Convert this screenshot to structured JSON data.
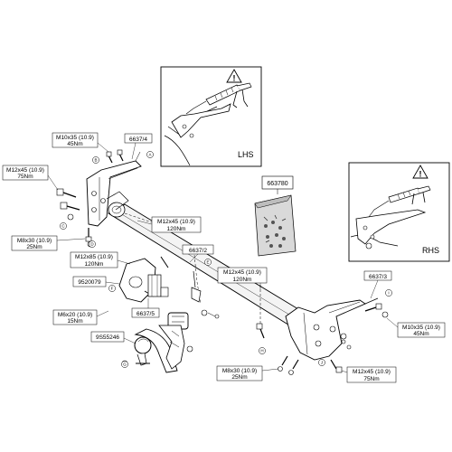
{
  "labels": {
    "m10x35_left_a": "M10x35 (10.9)",
    "m10x35_left_b": "45Nm",
    "part_6637_4": "6637/4",
    "m12x45_left_a": "M12x45 (10.9)",
    "m12x45_left_b": "75Nm",
    "m8x30_left_a": "M8x30 (10.9)",
    "m8x30_left_b": "25Nm",
    "m12x45_center_a": "M12x45 (10.9)",
    "m12x45_center_b": "120Nm",
    "part_6637_2": "6637/2",
    "m12x85_a": "M12x85 (10.9)",
    "m12x85_b": "120Nm",
    "part_9520079": "9520079",
    "part_6637_5": "6637/5",
    "m6x20_a": "M6x20 (10.9)",
    "m6x20_b": "15Nm",
    "part_9S55246": "9S55246",
    "part_663780": "663780",
    "m12x45_right_a": "M12x45 (10.9)",
    "m12x45_right_b": "120Nm",
    "part_6637_3": "6637/3",
    "m10x35_right_a": "M10x35 (10.9)",
    "m10x35_right_b": "45Nm",
    "m8x30_bottom_a": "M8x30 (10.9)",
    "m8x30_bottom_b": "25Nm",
    "m12x45_bottom_a": "M12x45 (10.9)",
    "m12x45_bottom_b": "75Nm",
    "lhs": "LHS",
    "rhs": "RHS",
    "letter_a": "A",
    "letter_b": "B",
    "letter_c": "C",
    "letter_d": "D",
    "letter_e": "E",
    "letter_f": "F",
    "letter_g": "G",
    "letter_h": "H",
    "letter_i": "I",
    "letter_j": "J"
  }
}
